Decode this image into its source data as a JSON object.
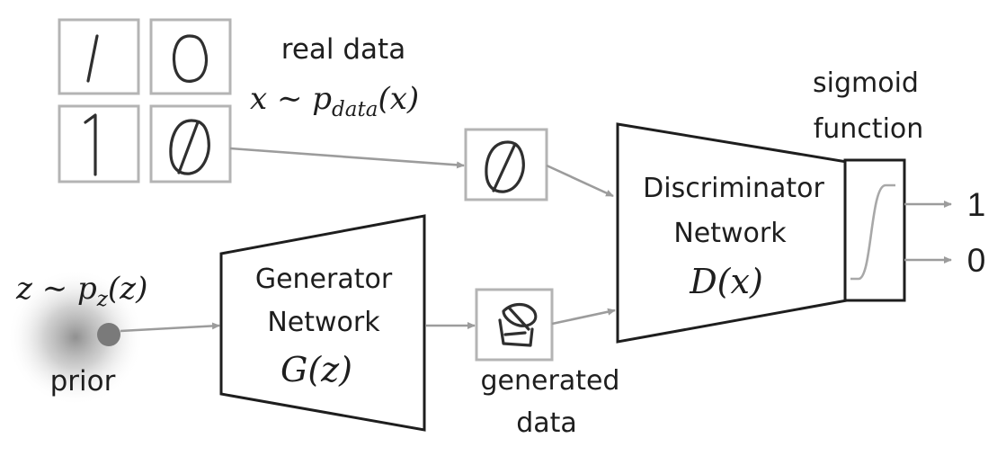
{
  "real_data": {
    "label": "real data",
    "formula": "x ~ p_data(x)"
  },
  "prior": {
    "formula": "z ~ p_z(z)",
    "label": "prior"
  },
  "generator": {
    "line1": "Generator",
    "line2": "Network",
    "func": "G(z)"
  },
  "generated": {
    "line1": "generated",
    "line2": "data"
  },
  "discriminator": {
    "line1": "Discriminator",
    "line2": "Network",
    "func": "D(x)"
  },
  "sigmoid": {
    "line1": "sigmoid",
    "line2": "function"
  },
  "outputs": {
    "one": "1",
    "zero": "0"
  },
  "digits": [
    "/",
    "0",
    "1",
    "0"
  ]
}
